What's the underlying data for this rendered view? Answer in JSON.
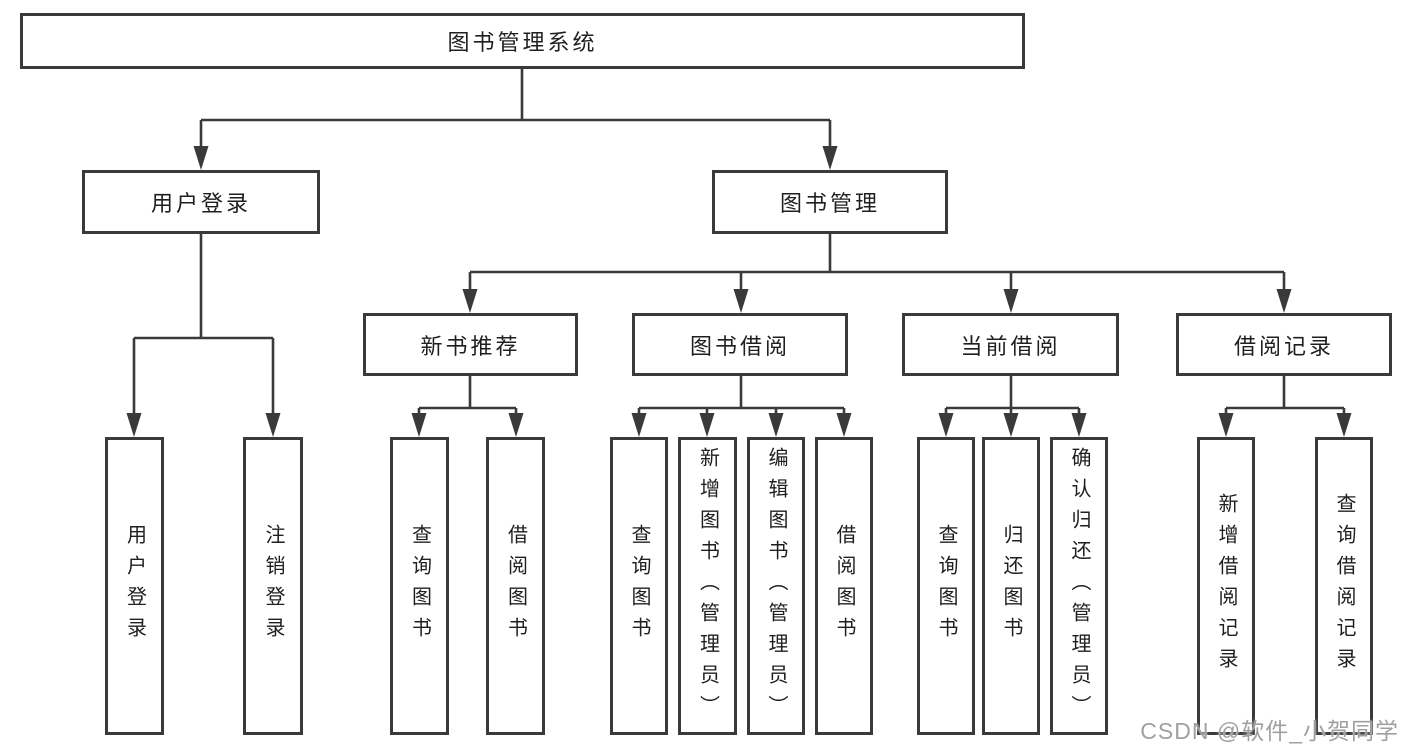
{
  "diagram": {
    "title": "图书管理系统",
    "nodes": {
      "root": "图书管理系统",
      "user_login": "用户登录",
      "book_mgmt": "图书管理",
      "new_book_rec": "新书推荐",
      "book_borrow": "图书借阅",
      "current_borrow": "当前借阅",
      "borrow_records": "借阅记录",
      "leaf_user_login": "用户登录",
      "leaf_logout": "注销登录",
      "leaf_nbr_query": "查询图书",
      "leaf_nbr_borrow": "借阅图书",
      "leaf_bb_query": "查询图书",
      "leaf_bb_add": "新增图书（管理员）",
      "leaf_bb_edit": "编辑图书（管理员）",
      "leaf_bb_borrow": "借阅图书",
      "leaf_cb_query": "查询图书",
      "leaf_cb_return": "归还图书",
      "leaf_cb_confirm": "确认归还（管理员）",
      "leaf_br_add": "新增借阅记录",
      "leaf_br_query": "查询借阅记录"
    },
    "hierarchy": {
      "图书管理系统": {
        "用户登录": [
          "用户登录",
          "注销登录"
        ],
        "图书管理": {
          "新书推荐": [
            "查询图书",
            "借阅图书"
          ],
          "图书借阅": [
            "查询图书",
            "新增图书（管理员）",
            "编辑图书（管理员）",
            "借阅图书"
          ],
          "当前借阅": [
            "查询图书",
            "归还图书",
            "确认归还（管理员）"
          ],
          "借阅记录": [
            "新增借阅记录",
            "查询借阅记录"
          ]
        }
      }
    },
    "colors": {
      "line": "#3a3a3a",
      "border": "#3a3a3a",
      "text": "#1f1f1f",
      "background": "#ffffff",
      "watermark": "#a0a0a0"
    }
  },
  "watermark": "CSDN @软件_小贺同学"
}
